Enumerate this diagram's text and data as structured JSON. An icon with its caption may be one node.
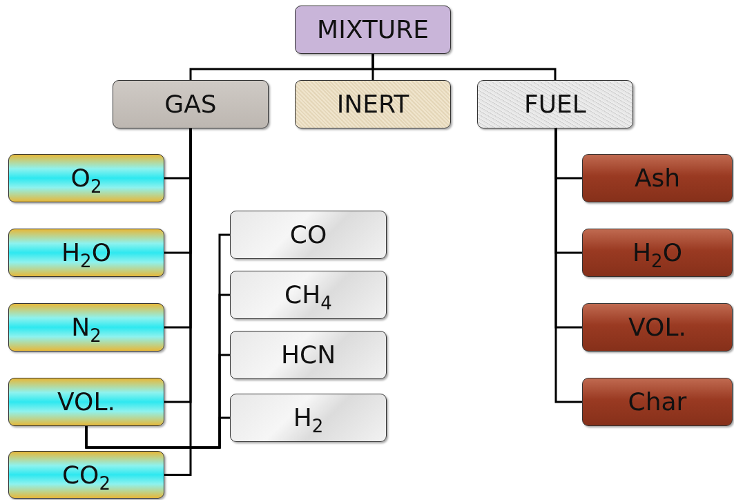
{
  "diagram": {
    "nodes": [
      {
        "text": [
          "MIXTURE"
        ]
      },
      {
        "text": [
          "GAS"
        ]
      },
      {
        "text": [
          "INERT"
        ]
      },
      {
        "text": [
          "FUEL"
        ]
      },
      {
        "text": [
          "O$_{2}$"
        ]
      },
      {
        "text": [
          "H$_{2}$O"
        ]
      },
      {
        "text": [
          "N$_{2}$"
        ]
      },
      {
        "text": [
          "VOL."
        ]
      },
      {
        "text": [
          "CO$_{2}$"
        ]
      },
      {
        "text": [
          "CO"
        ]
      },
      {
        "text": [
          "CH$_{4}$"
        ]
      },
      {
        "text": [
          "HCN"
        ]
      },
      {
        "text": [
          "H$_{2}$"
        ]
      },
      {
        "text": [
          "Ash"
        ]
      },
      {
        "text": [
          "H$_{2}$O"
        ]
      },
      {
        "text": [
          "VOL."
        ]
      },
      {
        "text": [
          "Char"
        ]
      }
    ],
    "edges": [
      {
        "from": 0,
        "to": 1,
        "arrow": "none"
      },
      {
        "from": 0,
        "to": 2,
        "arrow": "none"
      },
      {
        "from": 0,
        "to": 3,
        "arrow": "none"
      },
      {
        "from": 1,
        "to": 4,
        "arrow": "none"
      },
      {
        "from": 1,
        "to": 5,
        "arrow": "none"
      },
      {
        "from": 1,
        "to": 6,
        "arrow": "none"
      },
      {
        "from": 1,
        "to": 7,
        "arrow": "none"
      },
      {
        "from": 1,
        "to": 8,
        "arrow": "none"
      },
      {
        "from": 7,
        "to": 9,
        "arrow": "none"
      },
      {
        "from": 7,
        "to": 10,
        "arrow": "none"
      },
      {
        "from": 7,
        "to": 11,
        "arrow": "none"
      },
      {
        "from": 7,
        "to": 12,
        "arrow": "none"
      },
      {
        "from": 3,
        "to": 13,
        "arrow": "none"
      },
      {
        "from": 3,
        "to": 14,
        "arrow": "none"
      },
      {
        "from": 3,
        "to": 15,
        "arrow": "none"
      },
      {
        "from": 3,
        "to": 16,
        "arrow": "none"
      }
    ]
  }
}
